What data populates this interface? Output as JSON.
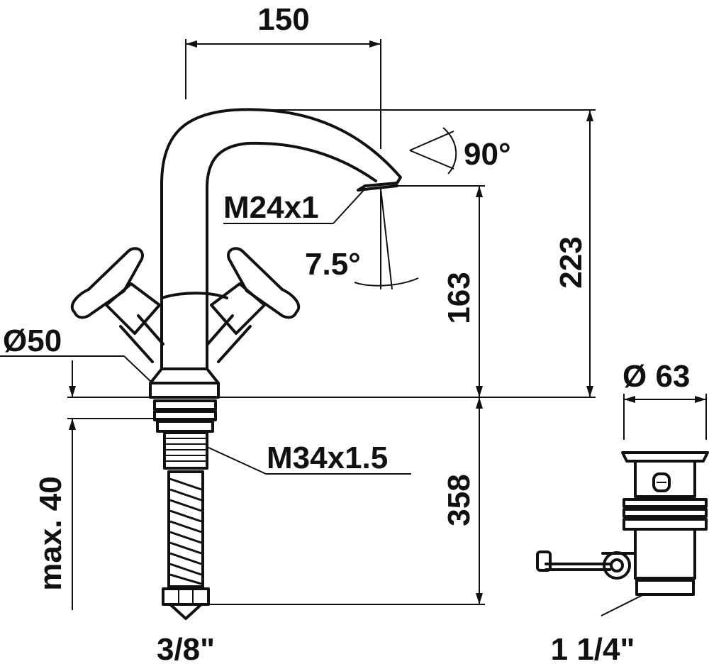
{
  "drawing": {
    "dim_width_top": "150",
    "dim_height_total": "223",
    "dim_height_spout": "163",
    "dim_below_deck": "358",
    "dim_thickness": "max. 40",
    "spout_thread": "M24x1",
    "spout_swivel_angle": "90°",
    "spray_angle": "7.5°",
    "base_diameter": "Ø50",
    "shank_thread": "M34x1.5",
    "hose_connection": "3/8\"",
    "waste_diameter": "Ø 63",
    "waste_thread": "1 1/4\""
  }
}
